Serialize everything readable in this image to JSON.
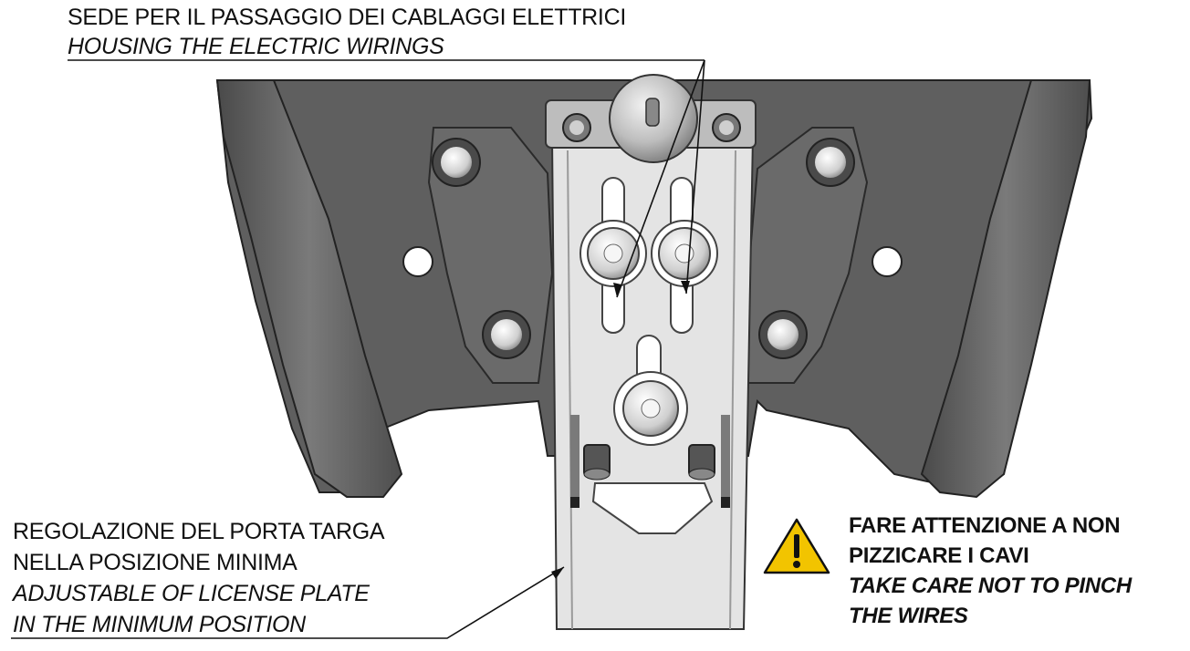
{
  "callouts": {
    "top": {
      "line1": "SEDE PER IL PASSAGGIO DEI CABLAGGI ELETTRICI",
      "line2": "HOUSING THE ELECTRIC WIRINGS"
    },
    "bottom_left": {
      "line1": "REGOLAZIONE DEL PORTA TARGA",
      "line2": "NELLA POSIZIONE MINIMA",
      "line3": "ADJUSTABLE OF LICENSE PLATE",
      "line4": "IN THE MINIMUM POSITION"
    },
    "warning": {
      "line1": "FARE ATTENZIONE A NON",
      "line2": "PIZZICARE I CAVI",
      "line3": "TAKE CARE NOT TO PINCH",
      "line4": "THE WIRES"
    }
  },
  "colors": {
    "body_dark": "#5f5f5f",
    "bracket_light": "#e4e4e4",
    "warning_yellow": "#f2c400"
  },
  "icons": [
    "warning-triangle-icon"
  ]
}
